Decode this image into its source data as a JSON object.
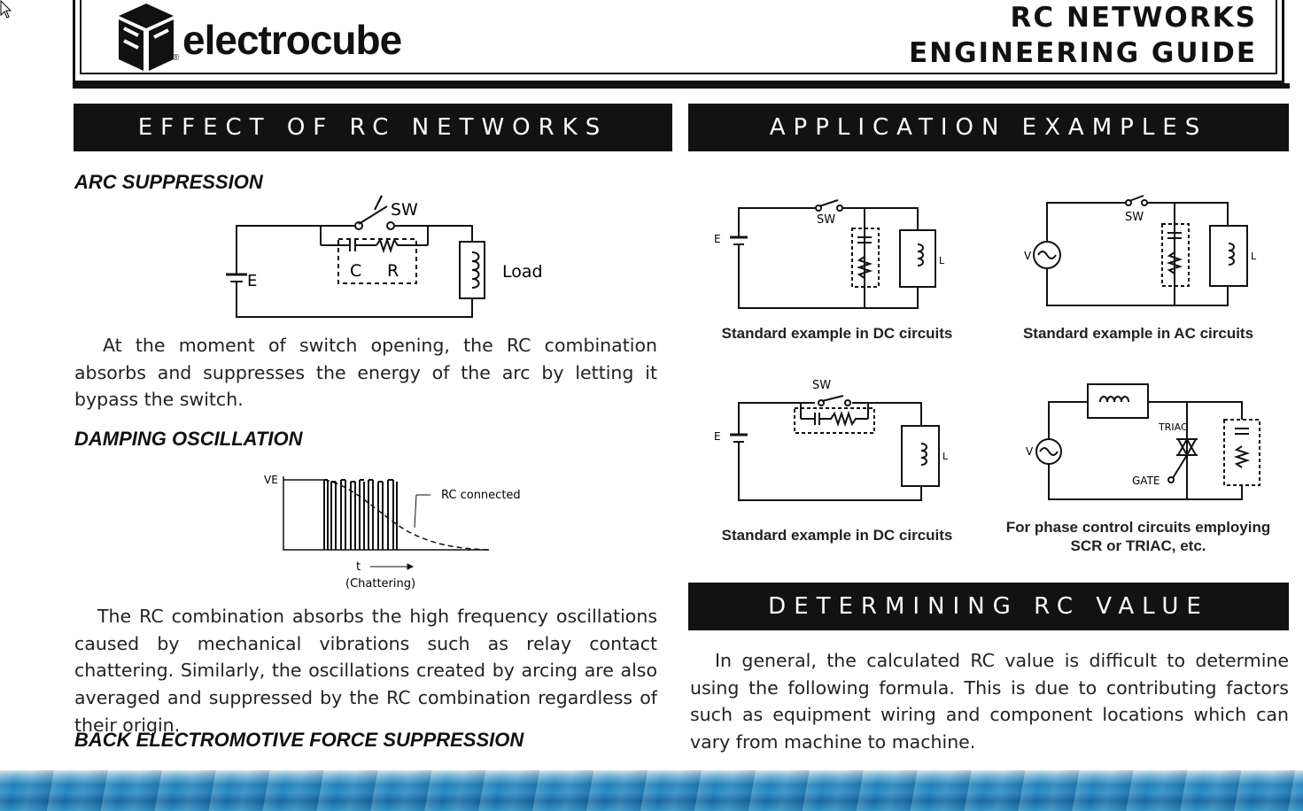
{
  "header": {
    "brand": "electrocube",
    "brand_mark": "®",
    "title_line1": "RC NETWORKS",
    "title_line2": "ENGINEERING GUIDE"
  },
  "left": {
    "section_title": "EFFECT OF RC NETWORKS",
    "arc": {
      "heading": "ARC SUPPRESSION",
      "diagram": {
        "sw": "SW",
        "c": "C",
        "r": "R",
        "e": "E",
        "load": "Load"
      },
      "paragraph": "At the moment of switch opening, the RC combination absorbs and suppresses the energy of the arc by letting it bypass the switch."
    },
    "damping": {
      "heading": "DAMPING OSCILLATION",
      "diagram": {
        "ve": "VE",
        "rc_connected": "RC connected",
        "t": "t",
        "chattering": "(Chattering)"
      },
      "paragraph": "The RC combination absorbs the high frequency oscillations caused by mechanical vibrations such as relay contact chattering. Similarly, the oscillations created by arcing are also averaged and suppressed by the RC combination regardless of their origin."
    },
    "back_emf": {
      "heading": "BACK ELECTROMOTIVE FORCE SUPPRESSION"
    }
  },
  "right": {
    "section_title": "APPLICATION EXAMPLES",
    "examples": [
      {
        "caption": "Standard example in DC circuits",
        "sw": "SW",
        "e": "E",
        "l": "L"
      },
      {
        "caption": "Standard example in AC circuits",
        "sw": "SW",
        "v": "V",
        "l": "L"
      },
      {
        "caption": "Standard example in DC circuits",
        "sw": "SW",
        "e": "E",
        "l": "L"
      },
      {
        "caption_line1": "For phase control circuits employing",
        "caption_line2": "SCR or TRIAC, etc.",
        "v": "V",
        "triac": "TRIAC",
        "gate": "GATE"
      }
    ],
    "determining": {
      "section_title": "DETERMINING RC VALUE",
      "paragraph": "In general, the calculated RC value is difficult to determine using the following formula. This is due to contributing factors such as equipment wiring and component locations which can vary from machine to machine."
    }
  }
}
